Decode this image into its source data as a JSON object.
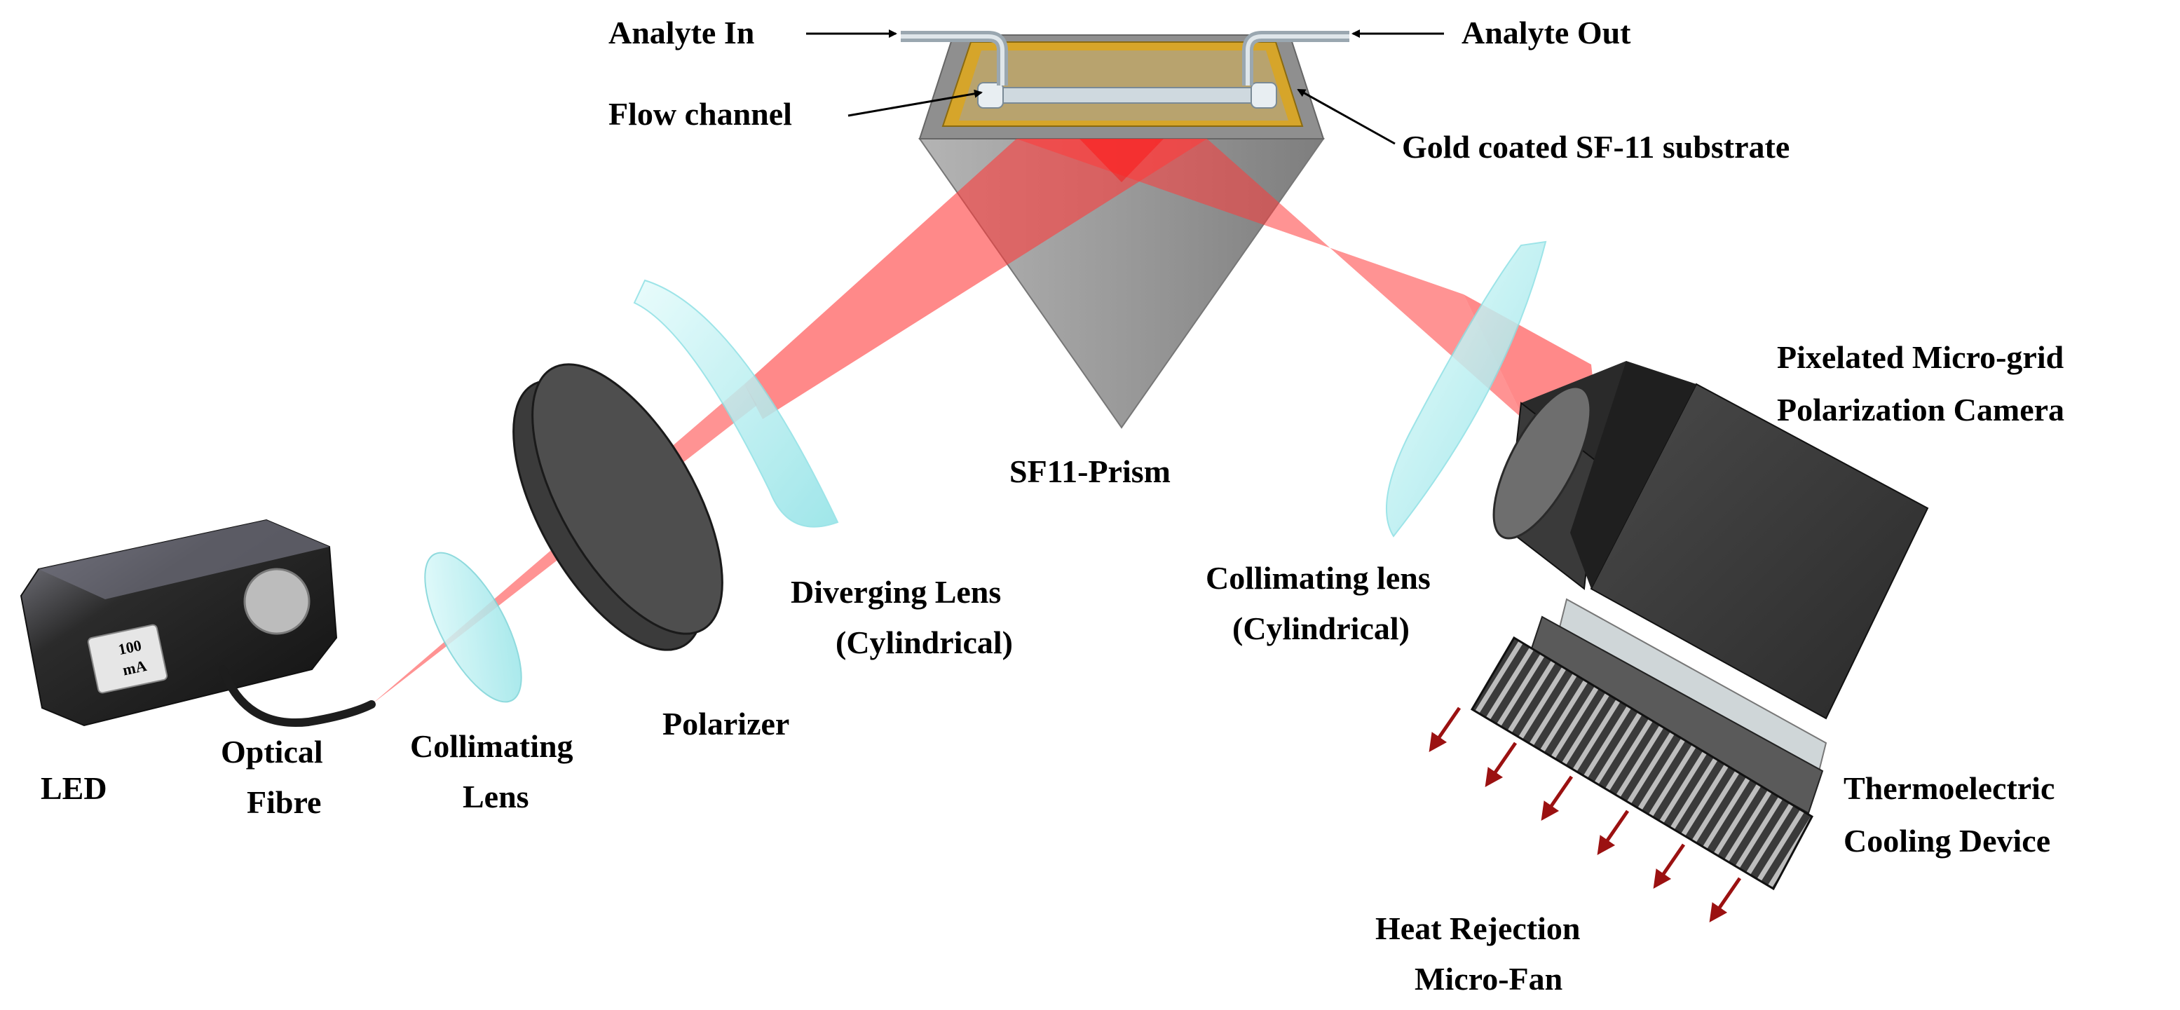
{
  "labels": {
    "analyte_in": "Analyte In",
    "analyte_out": "Analyte Out",
    "flow_channel": "Flow channel",
    "gold_substrate": "Gold coated SF-11 substrate",
    "prism": "SF11-Prism",
    "camera_line1": "Pixelated Micro-grid",
    "camera_line2": "Polarization Camera",
    "diverging_line1": "Diverging Lens",
    "diverging_line2": "(Cylindrical)",
    "collimating_right_line1": "Collimating lens",
    "collimating_right_line2": "(Cylindrical)",
    "led": "LED",
    "fibre_line1": "Optical",
    "fibre_line2": "Fibre",
    "collimating_left_line1": "Collimating",
    "collimating_left_line2": "Lens",
    "polarizer": "Polarizer",
    "tec_line1": "Thermoelectric",
    "tec_line2": "Cooling Device",
    "fan_line1": "Heat Rejection",
    "fan_line2": "Micro-Fan",
    "led_display_line1": "100",
    "led_display_line2": "mA"
  },
  "colors": {
    "beam": "#ff3b3b",
    "lens": "#a8f0f0",
    "prism": "#8c8c8c",
    "gold": "#d6a52a",
    "device_dark": "#2e2e2e",
    "heat_arrow": "#9b1111"
  }
}
